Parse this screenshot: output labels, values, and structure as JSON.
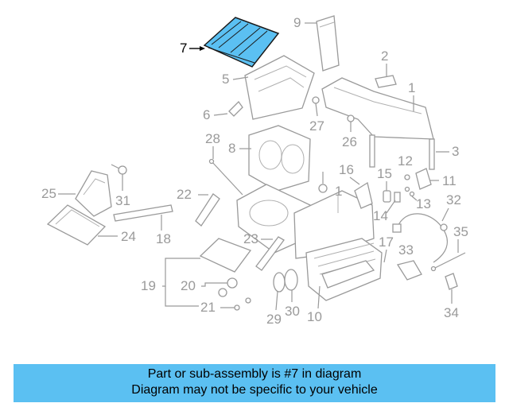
{
  "callouts": {
    "c1": "1",
    "c1b": "1",
    "c2": "2",
    "c3": "3",
    "c5": "5",
    "c6": "6",
    "c7": "7",
    "c8": "8",
    "c9": "9",
    "c10": "10",
    "c11": "11",
    "c12": "12",
    "c13": "13",
    "c14": "14",
    "c15": "15",
    "c16": "16",
    "c17": "17",
    "c18": "18",
    "c19": "19",
    "c20": "20",
    "c21": "21",
    "c22": "22",
    "c23": "23",
    "c24": "24",
    "c25": "25",
    "c26": "26",
    "c27": "27",
    "c28": "28",
    "c29": "29",
    "c30": "30",
    "c31": "31",
    "c32": "32",
    "c33": "33",
    "c34": "34",
    "c35": "35"
  },
  "colors": {
    "highlight": "#5bc0f2",
    "parts": "#9a9a9a",
    "banner": "#5bc0f2"
  },
  "banner": {
    "line1": "Part or sub-assembly is #7 in diagram",
    "line2": "Diagram may not be specific to your vehicle"
  }
}
